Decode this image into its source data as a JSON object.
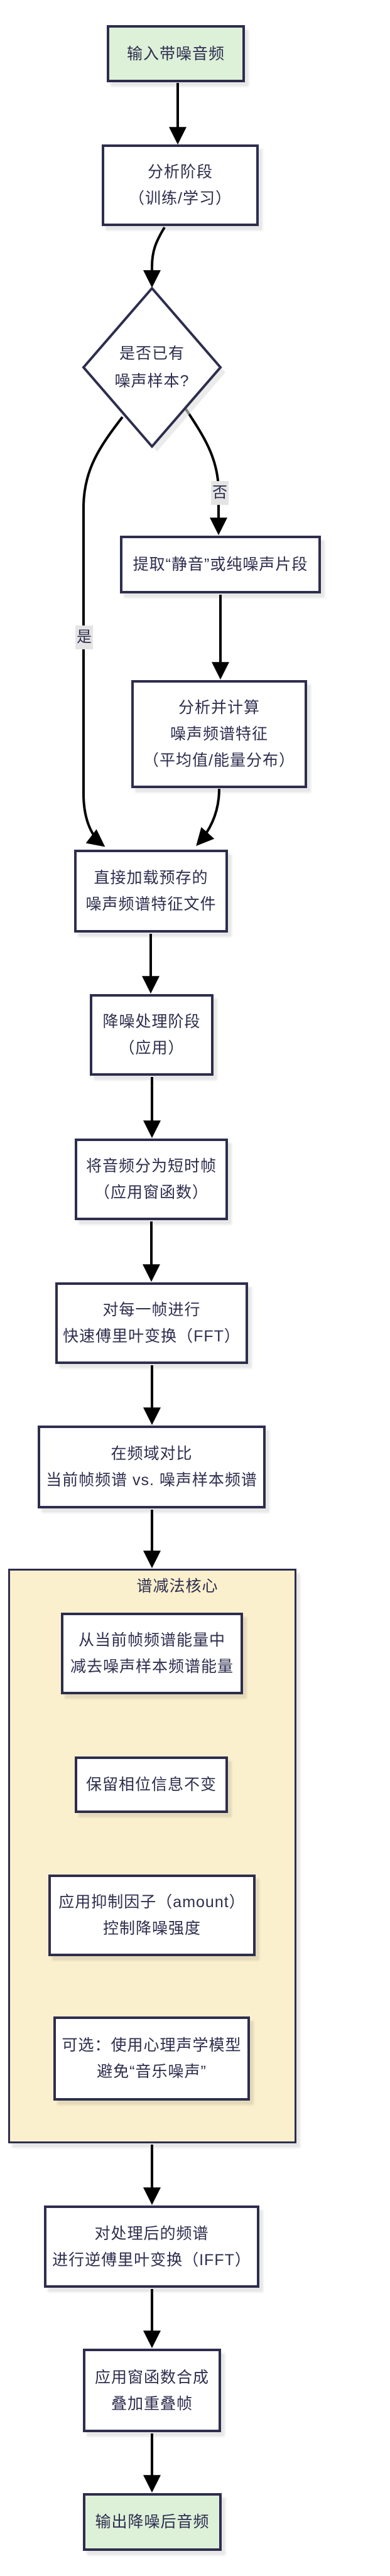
{
  "diagram": {
    "type": "flowchart",
    "direction": "top-down",
    "colors": {
      "node_border": "#2d2d4e",
      "text": "#2d2d4e",
      "edge": "#000000",
      "terminal_fill": "#ddf0d8",
      "process_fill": "#ffffff",
      "subgraph_fill": "#fbf0cd",
      "edge_label_bg": "#e4e4e4",
      "background": "#ffffff"
    },
    "nodes": {
      "input": {
        "label": "输入带噪音频"
      },
      "analysis_stage": {
        "line1": "分析阶段",
        "line2": "（训练/学习）"
      },
      "decision": {
        "line1": "是否已有",
        "line2": "噪声样本?"
      },
      "extract": {
        "label": "提取“静音”或纯噪声片段"
      },
      "compute": {
        "line1": "分析并计算",
        "line2": "噪声频谱特征",
        "line3": "（平均值/能量分布）"
      },
      "load": {
        "line1": "直接加载预存的",
        "line2": "噪声频谱特征文件"
      },
      "denoise_stage": {
        "line1": "降噪处理阶段",
        "line2": "（应用）"
      },
      "frame": {
        "line1": "将音频分为短时帧",
        "line2": "（应用窗函数）"
      },
      "fft": {
        "line1": "对每一帧进行",
        "line2": "快速傅里叶变换（FFT）"
      },
      "compare": {
        "line1": "在频域对比",
        "line2": "当前帧频谱 vs. 噪声样本频谱"
      },
      "subgraph": {
        "title": "谱减法核心"
      },
      "subtract": {
        "line1": "从当前帧频谱能量中",
        "line2": "减去噪声样本频谱能量"
      },
      "phase": {
        "label": "保留相位信息不变"
      },
      "suppress": {
        "line1": "应用抑制因子（amount）",
        "line2": "控制降噪强度"
      },
      "psycho": {
        "line1": "可选：使用心理声学模型",
        "line2": "避免“音乐噪声”"
      },
      "ifft": {
        "line1": "对处理后的频谱",
        "line2": "进行逆傅里叶变换（IFFT）"
      },
      "overlap": {
        "line1": "应用窗函数合成",
        "line2": "叠加重叠帧"
      },
      "output": {
        "label": "输出降噪后音频"
      }
    },
    "edge_labels": {
      "yes": "是",
      "no": "否"
    }
  }
}
